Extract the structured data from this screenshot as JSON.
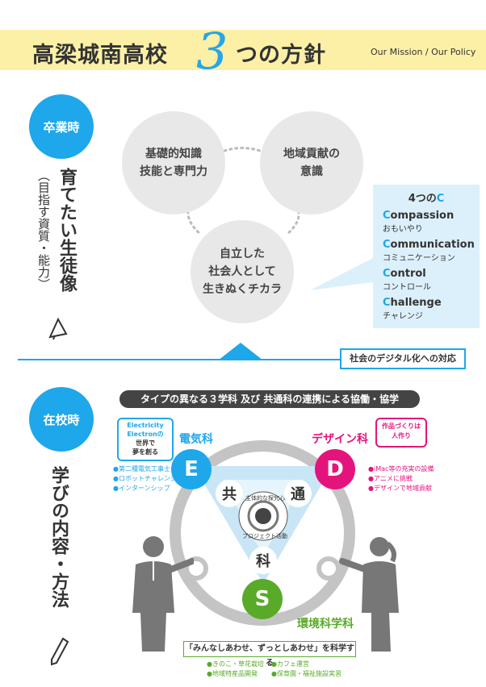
{
  "header": {
    "title_left": "高梁城南高校",
    "title_number": "3",
    "title_right": "つの方針",
    "subtitle": "Our Mission / Our Policy"
  },
  "section1": {
    "badge": "卒業時",
    "vertical_title": "育てたい生徒像",
    "vertical_sub": "（目指す資質・能力）",
    "circles": [
      "基礎的知識\n技能と専門力",
      "地域貢献の\n意識",
      "自立した\n社会人として\n生きぬくチカラ"
    ],
    "four_c": {
      "title_prefix": "4つの",
      "title_letter": "C",
      "items": [
        {
          "initial": "C",
          "rest": "ompassion",
          "sub": "おもいやり"
        },
        {
          "initial": "C",
          "rest": "ommunication",
          "sub": "コミュニケーション"
        },
        {
          "initial": "C",
          "rest": "ontrol",
          "sub": "コントロール"
        },
        {
          "initial": "C",
          "rest": "hallenge",
          "sub": "チャレンジ"
        }
      ]
    },
    "digital_box": "社会のデジタル化への対応"
  },
  "section2": {
    "badge": "在校時",
    "vertical_title": "学びの内容・方法",
    "banner": "タイプの異なる３学科 及び 共通科の連携による協働・協学",
    "electric": {
      "label": "電気科",
      "bubble": [
        "Electricity",
        "Electronの",
        "世界で",
        "夢を創る"
      ],
      "bullets": [
        "●第二種電気工事士",
        "●ロボットチャレンジ",
        "●インターンシップ"
      ]
    },
    "design": {
      "label": "デザイン科",
      "bubble": [
        "作品づくりは",
        "人作り"
      ],
      "bullets": [
        "●iMac等の充実の設備",
        "●アニメに挑戦",
        "●デザインで地域貢献"
      ]
    },
    "env": {
      "label": "環境科学科",
      "box": "「みんなしあわせ、ずっとしあわせ」を科学する",
      "bullets": [
        "●きのこ・草花栽培",
        "●カフェ運営",
        "●地域特産品開発",
        "●保育園・福祉施設実習"
      ]
    },
    "common": {
      "chars": [
        "共",
        "通",
        "科"
      ],
      "center_top": "主体的な探究心",
      "center_bottom": "プロジェクト活動"
    },
    "icons": {
      "electric": "E",
      "design": "D",
      "env": "S"
    }
  },
  "colors": {
    "accent": "#1ea7ea",
    "yellow": "#fbf0a6",
    "magenta": "#e5147d",
    "green": "#5aaa2a"
  }
}
